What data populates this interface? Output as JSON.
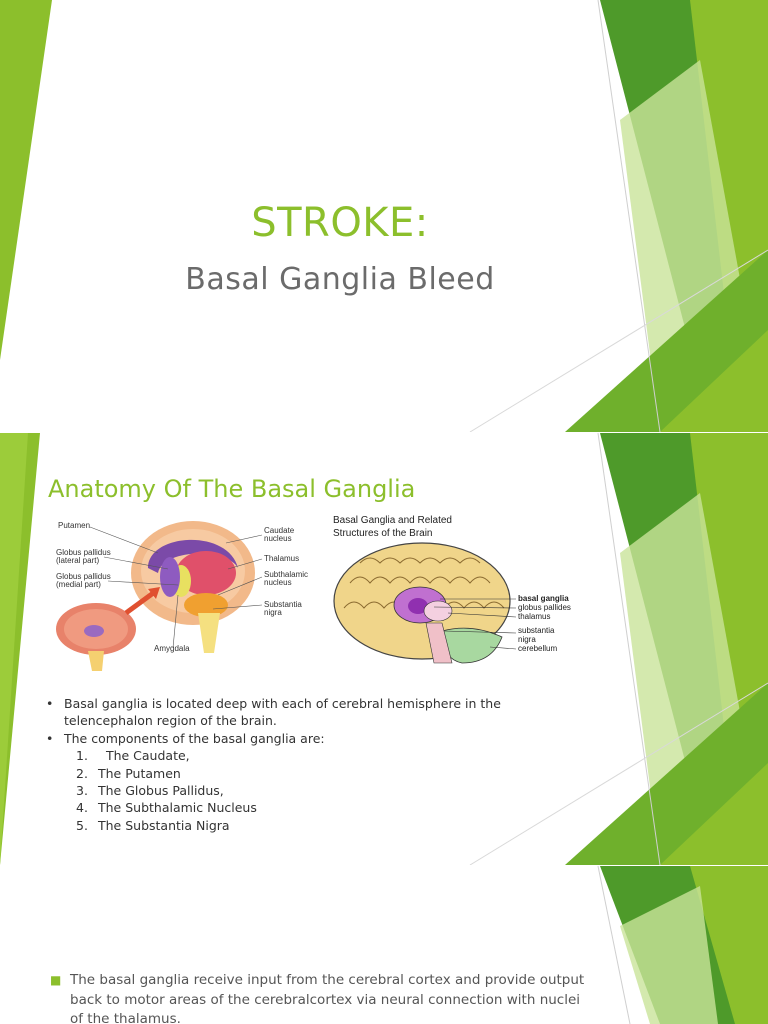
{
  "slide1": {
    "title": "STROKE:",
    "subtitle": "Basal Ganglia Bleed"
  },
  "slide2": {
    "title": "Anatomy Of The Basal Ganglia",
    "figure_left": {
      "labels_left": [
        "Putamen",
        "Globus pallidus",
        "(lateral part)",
        "Globus pallidus",
        "(medial part)"
      ],
      "labels_right": [
        "Caudate",
        "nucleus",
        "Thalamus",
        "Subthalamic",
        "nucleus",
        "Substantia",
        "nigra"
      ],
      "label_bottom": "Amygdala"
    },
    "figure_right": {
      "title_line1": "Basal Ganglia and Related",
      "title_line2": "Structures of the Brain",
      "labels": [
        "basal ganglia",
        "globus pallides",
        "thalamus",
        "substantia",
        "nigra",
        "cerebellum"
      ]
    },
    "bullets": [
      "Basal ganglia is located deep with each of cerebral hemisphere in the telencephalon region of the brain.",
      "The components of the basal ganglia are:"
    ],
    "components": [
      {
        "num": "1.",
        "text": "  The Caudate,"
      },
      {
        "num": "2.",
        "text": "The Putamen"
      },
      {
        "num": "3.",
        "text": "The Globus Pallidus,"
      },
      {
        "num": "4.",
        "text": "The Subthalamic Nucleus"
      },
      {
        "num": "5.",
        "text": "The Substantia Nigra"
      }
    ]
  },
  "slide3": {
    "bullet": "The basal ganglia receive input from the cerebral cortex and provide output back to motor areas of the cerebralcortex via neural connection with nuclei of the thalamus."
  },
  "colors": {
    "accent_green": "#8cbf2c",
    "dark_green": "#4e9a2a",
    "light_green": "#c9e39a",
    "text_gray": "#6b6b6b"
  }
}
